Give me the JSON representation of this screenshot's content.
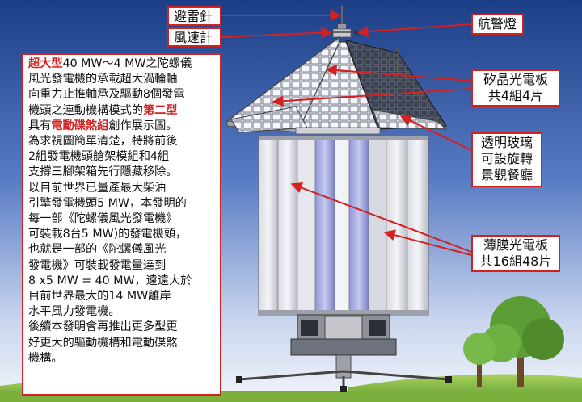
{
  "labels": {
    "lightning_rod": "避雷針",
    "anemometer": "風速計",
    "aviation_light": "航警燈",
    "silicon_panel_1": "矽晶光電板",
    "silicon_panel_2": "共4組4片",
    "glass_1": "透明玻璃",
    "glass_2": "可設旋轉",
    "glass_3": "景觀餐廳",
    "thinfilm_1": "薄膜光電板",
    "thinfilm_2": "共16組48片"
  },
  "description": {
    "l1_red": "超大型",
    "l1_rest": "40 MW～4 MW之陀螺儀",
    "l2": "風光發電機的承載超大渦輪軸",
    "l3": "向重力止推軸承及驅動8個發電",
    "l4_a": "機頭之連動機構模式的",
    "l4_red": "第二型",
    "l5_a": "具有",
    "l5_red": "電動碟煞組",
    "l5_b": "創作展示圖。",
    "l6": "為求視圖簡單清楚，特將前後",
    "l7": "2組發電機頭艙架模組和4組",
    "l8": "支撐三腳架箱先行隱藏移除。",
    "l9": "以目前世界已量產最大柴油",
    "l10": "引擎發電機頭5 MW，本發明的",
    "l11": "每一部《陀螺儀風光發電機》",
    "l12": "可裝載8台5 MW)的發電機頭，",
    "l13": "也就是一部的《陀螺儀風光",
    "l14": "發電機》可裝載發電量達到",
    "l15": "8 x5 MW = 40 MW，遠遠大於",
    "l16": "目前世界最大的14 MW離岸",
    "l17": "水平風力發電機。",
    "l18": "後續本發明會再推出更多型更",
    "l19": "好更大的驅動機構和電動碟煞",
    "l20": "機構。"
  },
  "colors": {
    "accent_red": "#d42020",
    "sky_top": "#1c3e86",
    "sky_mid": "#6f8fcf",
    "horizon": "#e8eef8",
    "grass": "#8ec34a"
  }
}
